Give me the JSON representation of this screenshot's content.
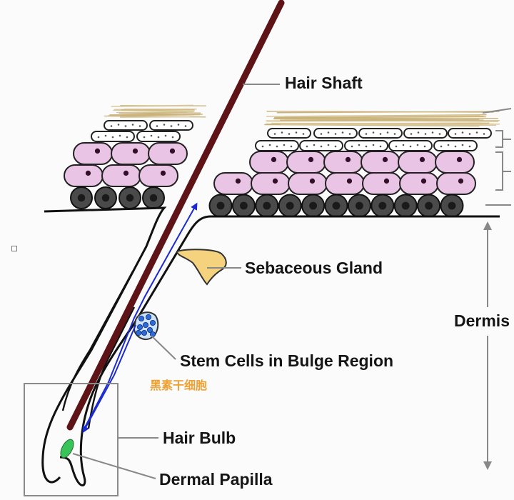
{
  "labels": {
    "hair_shaft": "Hair Shaft",
    "sebaceous_gland": "Sebaceous Gland",
    "dermis": "Dermis",
    "stem_cells": "Stem Cells in Bulge Region",
    "melanocyte_cn": "黑素干细胞",
    "hair_bulb": "Hair Bulb",
    "dermal_papilla": "Dermal Papilla"
  },
  "colors": {
    "hair": "#5e1317",
    "sebaceous": "#f5d27e",
    "stem_cells": "#2a6bd8",
    "papilla": "#39c45a",
    "migration_arrow": "#1b2bd0",
    "pink_cell": "#e9c4e4",
    "basal_cell": "#4a4a4a",
    "leader": "#888888",
    "cn_label": "#f0a030"
  }
}
